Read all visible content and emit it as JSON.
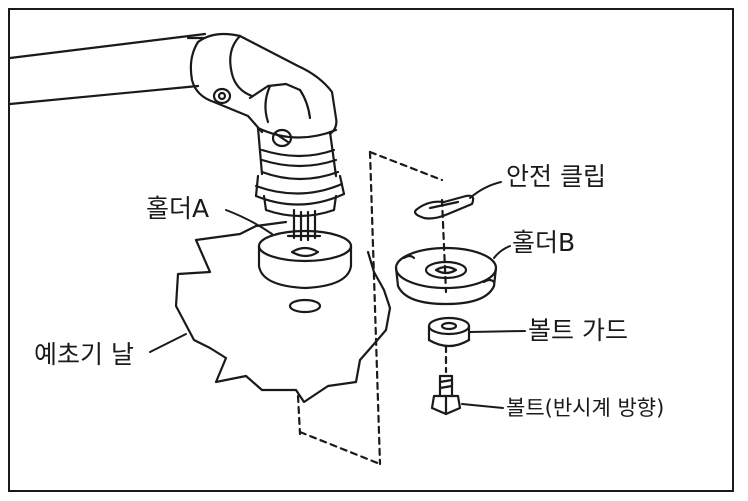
{
  "labels": {
    "safety_clip": "안전 클립",
    "holder_a": "홀더A",
    "holder_b": "홀더B",
    "bolt_guard": "볼트 가드",
    "blade": "예초기 날",
    "bolt": "볼트(반시계 방향)"
  },
  "colors": {
    "line": "#1a1a1a",
    "background": "#ffffff"
  }
}
